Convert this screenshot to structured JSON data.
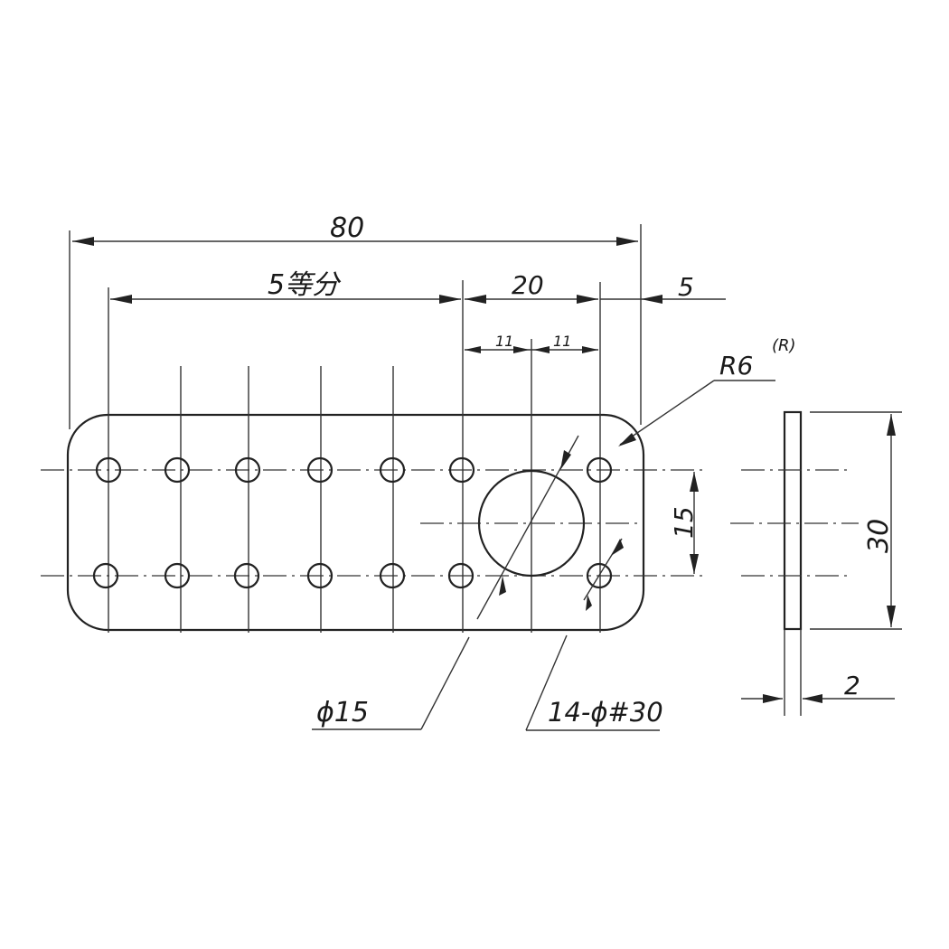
{
  "dimensions": {
    "overall_length": "80",
    "hole_pitch_note": "5等分",
    "right_span": "20",
    "end_margin": "5",
    "half_left": "11",
    "half_right": "11",
    "row_spacing": "15",
    "plate_height": "30",
    "thickness": "2"
  },
  "callouts": {
    "corner_radius": "R6",
    "corner_radius_note": "(R)",
    "large_hole": "ϕ15",
    "small_holes": "14-ϕ#30"
  }
}
